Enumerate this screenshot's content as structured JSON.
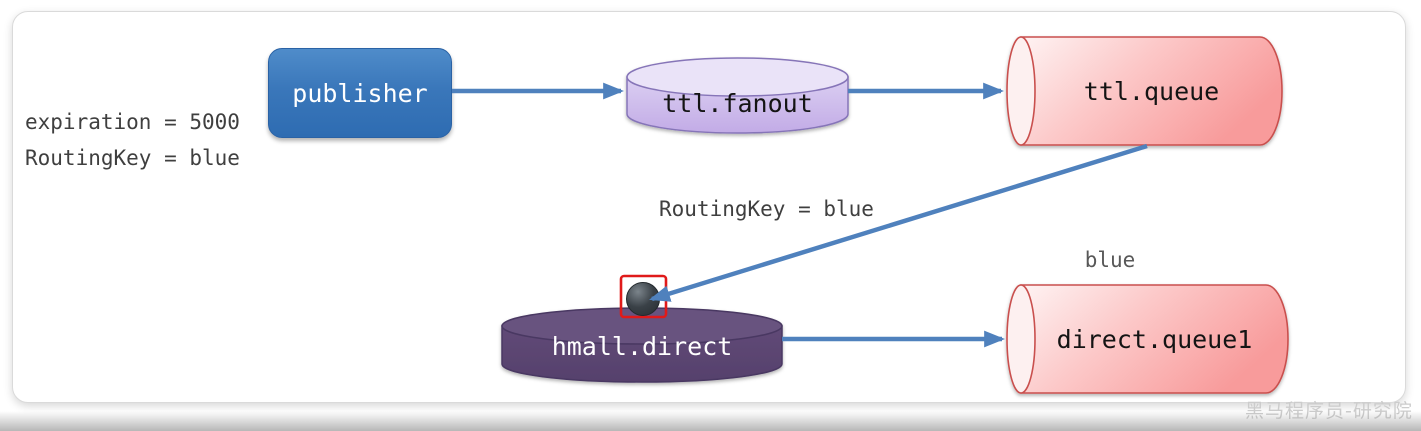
{
  "diagram": {
    "title_context": "RabbitMQ TTL message flow",
    "annotations": {
      "expiration": "expiration = 5000",
      "routing_key_left": "RoutingKey = blue",
      "routing_key_edge": "RoutingKey = blue",
      "binding_key": "blue"
    },
    "nodes": {
      "publisher": {
        "label": "publisher",
        "type": "producer"
      },
      "ttl_fanout": {
        "label": "ttl.fanout",
        "type": "exchange"
      },
      "ttl_queue": {
        "label": "ttl.queue",
        "type": "queue"
      },
      "hmall_direct": {
        "label": "hmall.direct",
        "type": "exchange"
      },
      "direct_queue1": {
        "label": "direct.queue1",
        "type": "queue"
      }
    },
    "edges": [
      {
        "from": "publisher",
        "to": "ttl.fanout"
      },
      {
        "from": "ttl.fanout",
        "to": "ttl.queue"
      },
      {
        "from": "ttl.queue",
        "to": "hmall.direct",
        "label": "RoutingKey = blue"
      },
      {
        "from": "hmall.direct",
        "to": "direct.queue1",
        "binding": "blue"
      }
    ],
    "colors": {
      "arrow": "#4f81bd",
      "publisher_top": "#4f8cca",
      "publisher_bottom": "#2e6cb2",
      "fanout_body_light": "#d8cbf1",
      "fanout_body_dark": "#c3ace6",
      "fanout_cap": "#eae3f8",
      "fanout_stroke": "#8674b8",
      "queue_body_light": "#fef2f2",
      "queue_body_dark": "#f89b9b",
      "queue_stroke": "#c9504e",
      "direct_body": "#5c4673",
      "direct_cap": "#68527f",
      "direct_stroke": "#4a3862",
      "highlight_box": "#e01a1a",
      "message_dot": "#3a4147",
      "annotation_text": "#3f3f3f"
    },
    "watermark": "黑马程序员-研究院"
  }
}
